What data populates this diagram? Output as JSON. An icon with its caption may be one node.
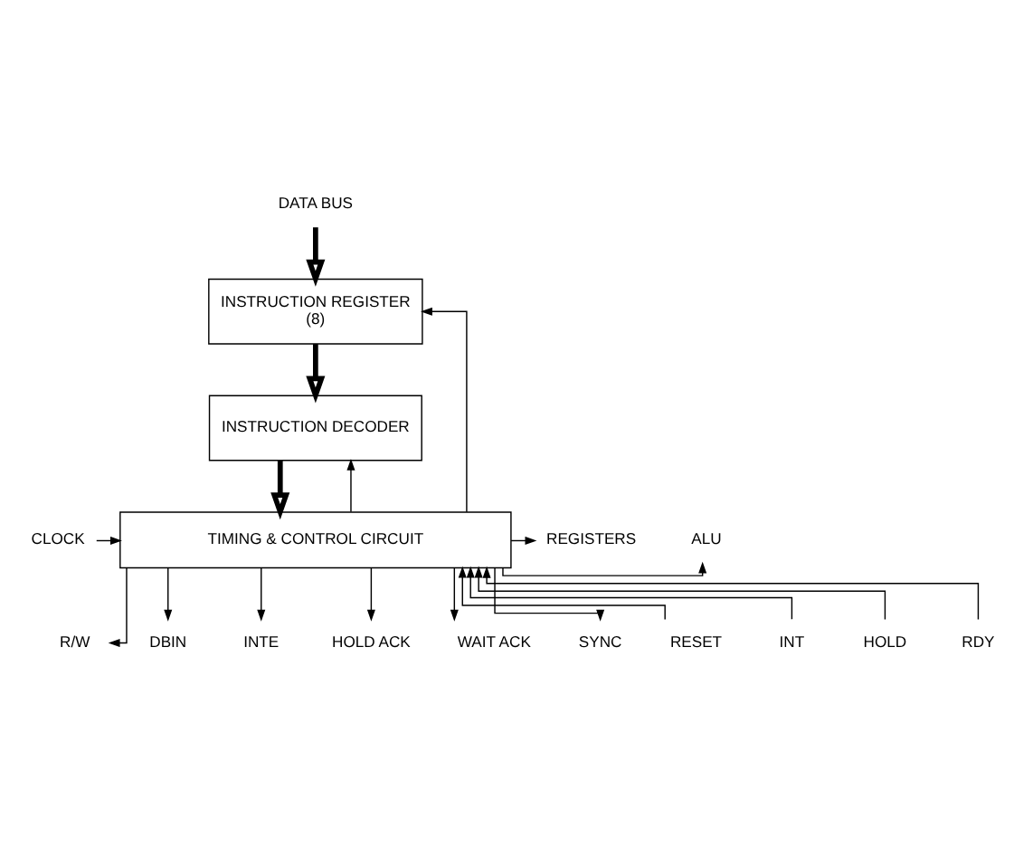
{
  "diagram": {
    "nodes": [
      {
        "text": [
          "DATA BUS"
        ]
      },
      {
        "text": [
          "INSTRUCTION REGISTER",
          "(8)"
        ]
      },
      {
        "text": [
          "INSTRUCTION DECODER"
        ]
      },
      {
        "text": [
          "TIMING & CONTROL CIRCUIT"
        ]
      },
      {
        "text": [
          "ALU"
        ]
      },
      {
        "text": [
          "CLOCK"
        ]
      },
      {
        "text": [
          "REGISTERS"
        ]
      },
      {
        "text": [
          "RESET"
        ]
      },
      {
        "text": [
          "INT"
        ]
      },
      {
        "text": [
          "HOLD"
        ]
      },
      {
        "text": [
          "RDY"
        ]
      },
      {
        "text": [
          "R/W"
        ]
      },
      {
        "text": [
          "DBIN"
        ]
      },
      {
        "text": [
          "INTE"
        ]
      },
      {
        "text": [
          "HOLD ACK"
        ]
      },
      {
        "text": [
          "WAIT ACK"
        ]
      },
      {
        "text": [
          "SYNC"
        ]
      }
    ],
    "edges": [
      {
        "from": 0,
        "to": 1,
        "arrow": "to",
        "style": "thick"
      },
      {
        "from": 1,
        "to": 2,
        "arrow": "to",
        "style": "thick"
      },
      {
        "from": 2,
        "to": 3,
        "arrow": "to",
        "style": "thick"
      },
      {
        "from": 3,
        "to": 1,
        "arrow": "to"
      },
      {
        "from": 3,
        "to": 2,
        "arrow": "to"
      },
      {
        "from": 3,
        "to": 4,
        "arrow": "to"
      },
      {
        "from": 5,
        "to": 3,
        "arrow": "to"
      },
      {
        "from": 3,
        "to": 6,
        "arrow": "to"
      },
      {
        "from": 7,
        "to": 3,
        "arrow": "to"
      },
      {
        "from": 8,
        "to": 3,
        "arrow": "to"
      },
      {
        "from": 9,
        "to": 3,
        "arrow": "to"
      },
      {
        "from": 10,
        "to": 3,
        "arrow": "to"
      },
      {
        "from": 3,
        "to": 11,
        "arrow": "to"
      },
      {
        "from": 3,
        "to": 12,
        "arrow": "to"
      },
      {
        "from": 3,
        "to": 13,
        "arrow": "to"
      },
      {
        "from": 3,
        "to": 14,
        "arrow": "to"
      },
      {
        "from": 3,
        "to": 15,
        "arrow": "to"
      },
      {
        "from": 3,
        "to": 16,
        "arrow": "to"
      }
    ]
  }
}
